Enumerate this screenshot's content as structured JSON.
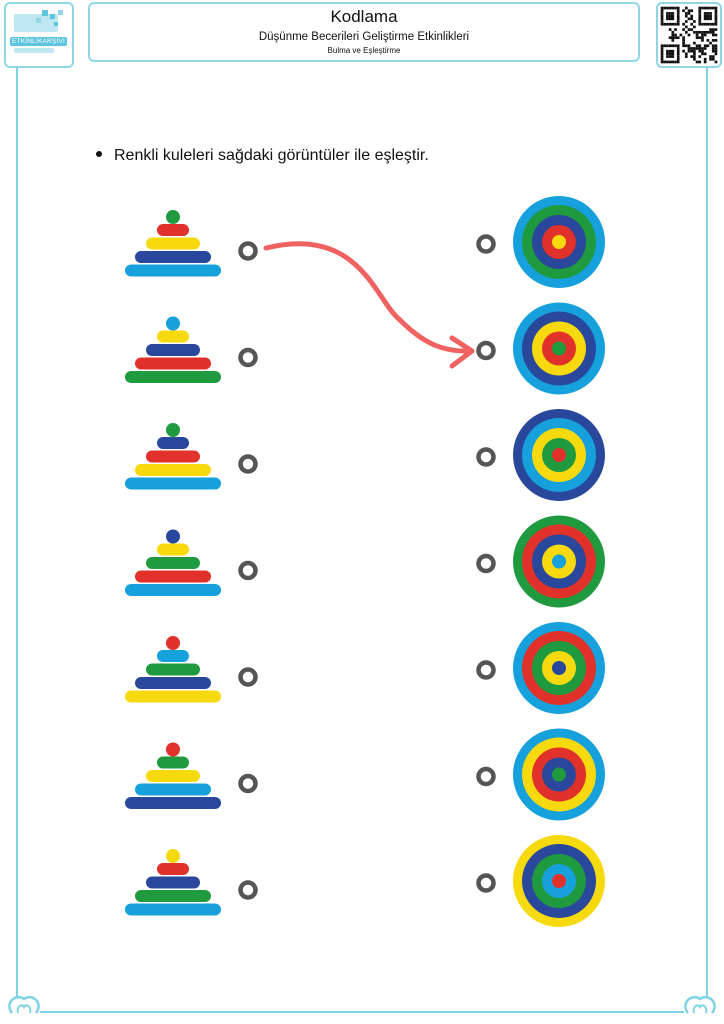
{
  "header": {
    "title": "Kodlama",
    "subtitle": "Düşünme Becerileri Geliştirme Etkinlikleri",
    "subsubtitle": "Bulma ve Eşleştirme"
  },
  "logo": {
    "text": "ETKİNLİKARŞİVİ"
  },
  "instruction": "Renkli kuleleri sağdaki görüntüler ile eşleştir.",
  "colors": {
    "red": "#e0312a",
    "yellow": "#f7d90f",
    "blue": "#29479b",
    "green": "#1f9a3f",
    "cyan": "#16a0dc",
    "arrow": "#f06262",
    "dot": "#555555",
    "frame": "#7fd3e6"
  },
  "towers": [
    [
      "green",
      "red",
      "yellow",
      "blue",
      "cyan"
    ],
    [
      "cyan",
      "yellow",
      "blue",
      "red",
      "green"
    ],
    [
      "green",
      "blue",
      "red",
      "yellow",
      "cyan"
    ],
    [
      "blue",
      "yellow",
      "green",
      "red",
      "cyan"
    ],
    [
      "red",
      "cyan",
      "green",
      "blue",
      "yellow"
    ],
    [
      "red",
      "green",
      "yellow",
      "cyan",
      "blue"
    ],
    [
      "yellow",
      "red",
      "blue",
      "green",
      "cyan"
    ]
  ],
  "targets": [
    [
      "cyan",
      "green",
      "blue",
      "red",
      "yellow"
    ],
    [
      "cyan",
      "blue",
      "yellow",
      "red",
      "green"
    ],
    [
      "blue",
      "cyan",
      "yellow",
      "green",
      "red"
    ],
    [
      "green",
      "red",
      "blue",
      "yellow",
      "cyan"
    ],
    [
      "cyan",
      "red",
      "green",
      "yellow",
      "blue"
    ],
    [
      "cyan",
      "yellow",
      "red",
      "blue",
      "green"
    ],
    [
      "yellow",
      "blue",
      "green",
      "cyan",
      "red"
    ]
  ],
  "example_connection": {
    "from_tower": 1,
    "to_target": 2
  }
}
